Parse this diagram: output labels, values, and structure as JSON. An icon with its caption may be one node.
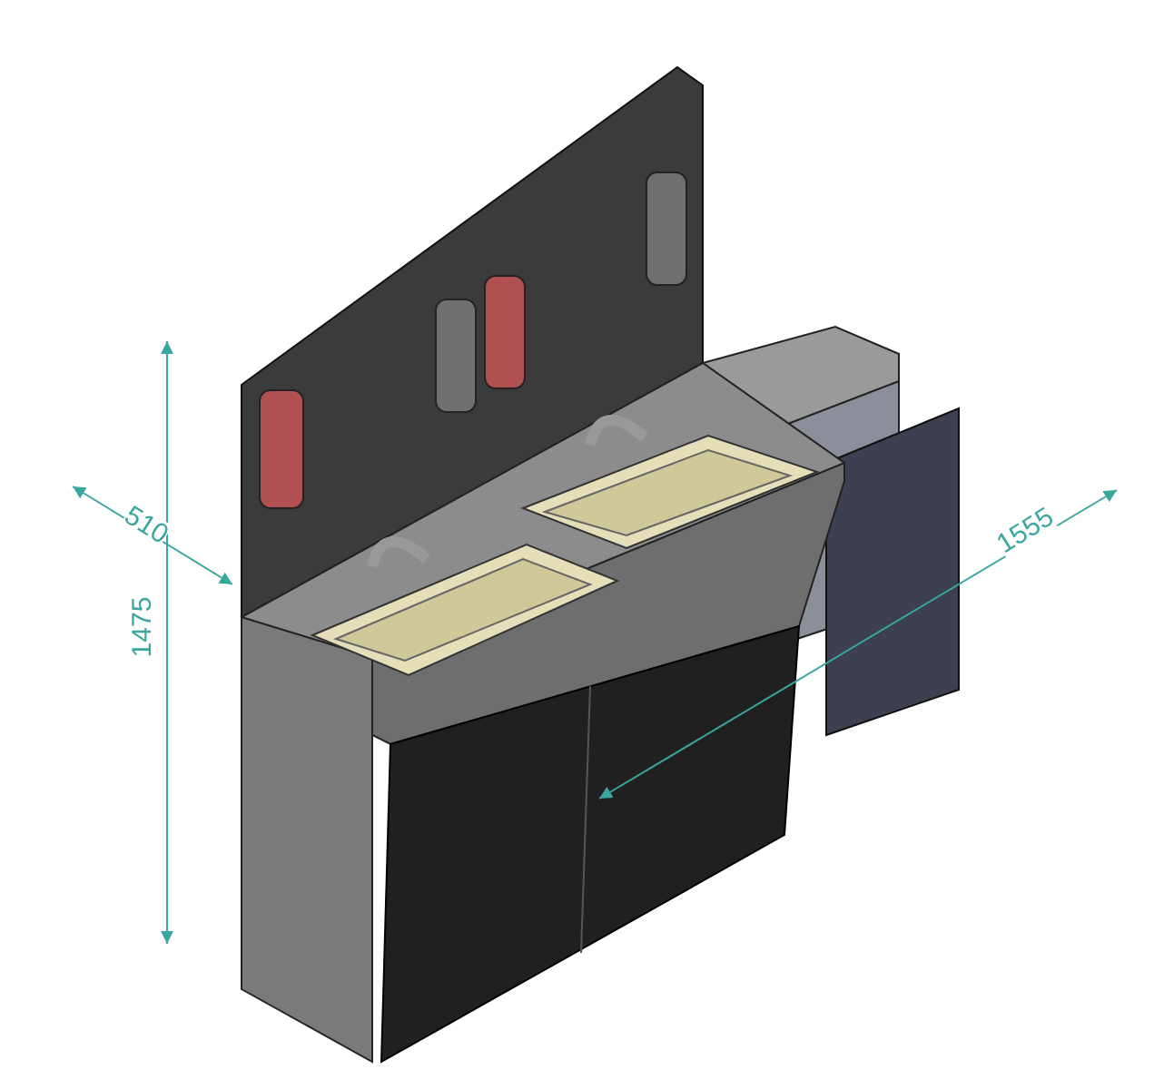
{
  "diagram": {
    "labels": [
      "510",
      "1555",
      "1475"
    ]
  }
}
